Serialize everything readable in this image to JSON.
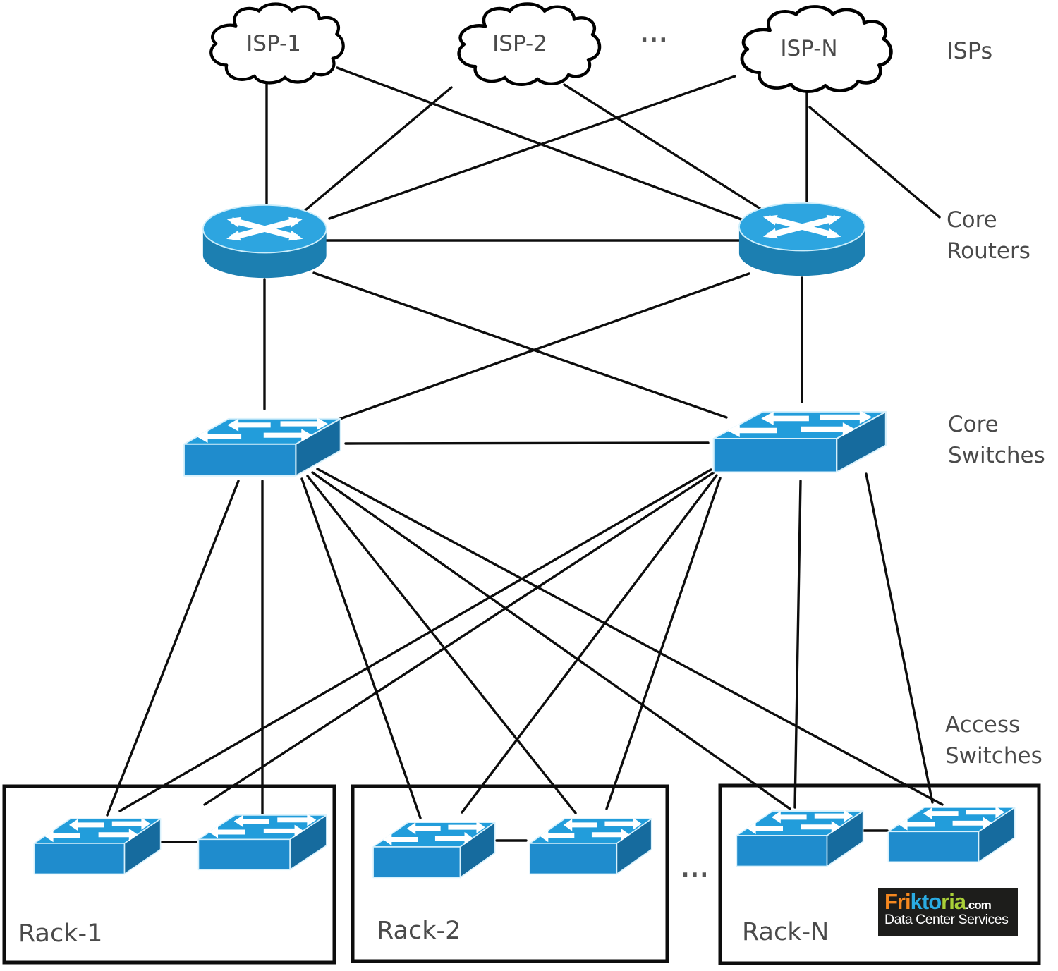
{
  "tier_labels": {
    "isps": "ISPs",
    "core_routers": [
      "Core",
      "Routers"
    ],
    "core_switches": [
      "Core",
      "Switches"
    ],
    "access_switches": [
      "Access",
      "Switches"
    ]
  },
  "isps": [
    {
      "label": "ISP-1"
    },
    {
      "label": "ISP-2"
    },
    {
      "label": "ISP-N"
    }
  ],
  "racks": [
    {
      "label": "Rack-1"
    },
    {
      "label": "Rack-2"
    },
    {
      "label": "Rack-N"
    }
  ],
  "ellipsis": {
    "top": "...",
    "bottom": "..."
  },
  "logo": {
    "name_orange": "Fri",
    "name_blue": "kto",
    "name_green": "ria",
    "domain": ".com",
    "tagline": "Data Center Services"
  },
  "colors": {
    "device_top": "#229ddb",
    "device_front": "#1f8ccd",
    "device_side": "#166b9e",
    "router_top": "#2da5e0",
    "router_body": "#1c7fb1",
    "line": "#0d0d0d",
    "label": "#4a4a4a",
    "logo_orange": "#f6881f",
    "logo_blue": "#2aabe2",
    "logo_green": "#a9cf38",
    "logo_bg": "#1d1d1b",
    "logo_text": "#ffffff"
  }
}
